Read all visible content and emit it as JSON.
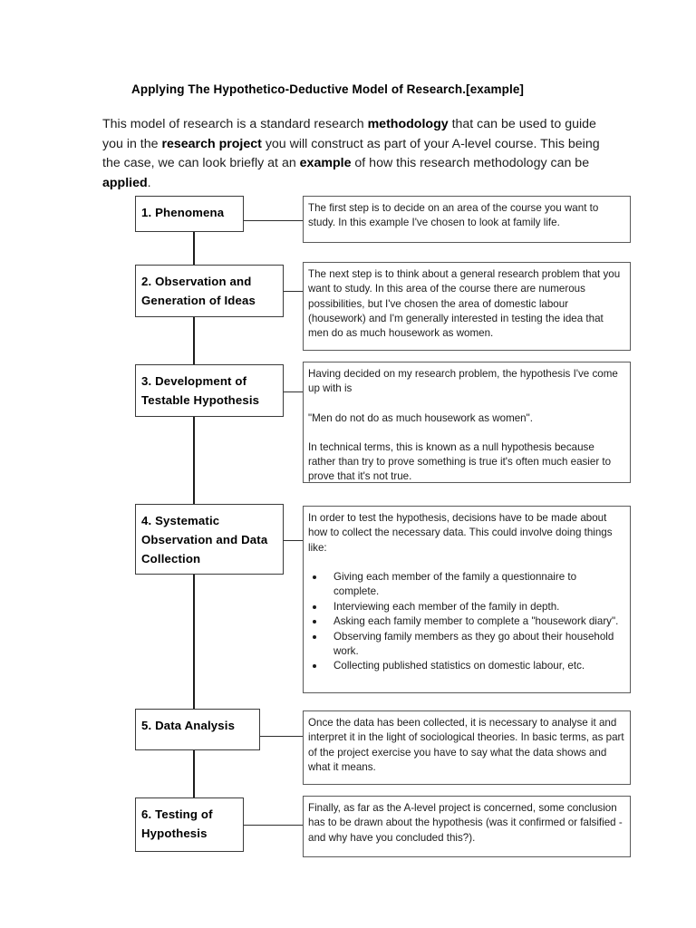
{
  "document": {
    "title": "Applying The Hypothetico-Deductive Model of Research.[example]",
    "intro_html": "This model of research is a standard research <b>methodology</b> that can be used to guide you in the <b>research project</b> you will construct as part of your A-level course. This being the case, we can look briefly at an <b>example</b> of how this research methodology can be <b>applied</b>."
  },
  "flowchart": {
    "steps": [
      {
        "label": "1. Phenomena",
        "paragraphs": [
          "The first step is to decide on an area of the course you want to study. In this example I've chosen to look at family life."
        ],
        "bullets": []
      },
      {
        "label": "2. Observation and Generation of Ideas",
        "paragraphs": [
          "The next step is to think about a general research problem that you want to study. In this area of the course there are numerous possibilities, but I've chosen the area of domestic labour (housework) and I'm generally interested in testing the idea that men do as much housework as women."
        ],
        "bullets": []
      },
      {
        "label": "3. Development of Testable Hypothesis",
        "paragraphs": [
          "Having decided on my research problem, the hypothesis I've come up with is",
          "\"Men do not do as much housework as women\".",
          "In technical terms, this is known as a null hypothesis because rather than try to prove something is true it's often much easier to prove that it's not true."
        ],
        "bullets": []
      },
      {
        "label": "4. Systematic Observation and Data Collection",
        "paragraphs": [
          "In order to test the hypothesis, decisions have to be made about how to collect the necessary data. This could involve doing things like:"
        ],
        "bullets": [
          "Giving each member of the family a questionnaire to complete.",
          "Interviewing each member of the family in depth.",
          "Asking each family member to complete a \"housework diary\".",
          "Observing family members as they go about their household work.",
          "Collecting published statistics on domestic labour, etc."
        ]
      },
      {
        "label": "5. Data Analysis",
        "paragraphs": [
          "Once the data has been collected, it is necessary to analyse it and interpret it in the light of sociological theories. In basic terms, as part of the project exercise you have to say what the data shows and what it means."
        ],
        "bullets": []
      },
      {
        "label": "6. Testing of Hypothesis",
        "paragraphs": [
          "Finally, as far as the A-level project is concerned, some conclusion has to be drawn about the hypothesis (was it confirmed or falsified - and why have you concluded this?)."
        ],
        "bullets": []
      }
    ]
  }
}
